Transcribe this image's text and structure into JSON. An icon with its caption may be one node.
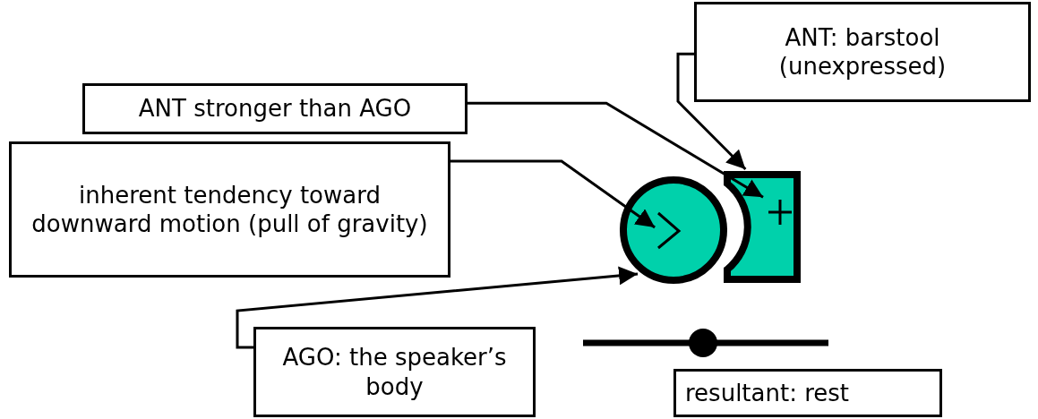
{
  "diagram": {
    "nodes": [
      {
        "text": [
          "ANT: barstool (unexpressed)"
        ]
      },
      {
        "text": [
          "ANT stronger than AGO"
        ]
      },
      {
        "text": [
          "inherent tendency toward downward motion (pull of gravity)"
        ]
      },
      {
        "text": [
          "AGO: the speaker’s body"
        ]
      },
      {
        "text": [
          "resultant: rest"
        ]
      },
      {
        "text": [],
        "shape": "circle"
      },
      {
        "text": [],
        "shape": "chevron",
        "in": 5
      },
      {
        "text": [],
        "shape": "box"
      },
      {
        "text": [],
        "shape": "plus",
        "in": 7
      }
    ],
    "edges": [
      {
        "from": 0,
        "to": 7,
        "arrow": "to"
      },
      {
        "from": 1,
        "to": 8,
        "arrow": "to"
      },
      {
        "from": 2,
        "to": 6,
        "arrow": "to"
      },
      {
        "from": 3,
        "to": 5,
        "arrow": "to"
      }
    ]
  }
}
